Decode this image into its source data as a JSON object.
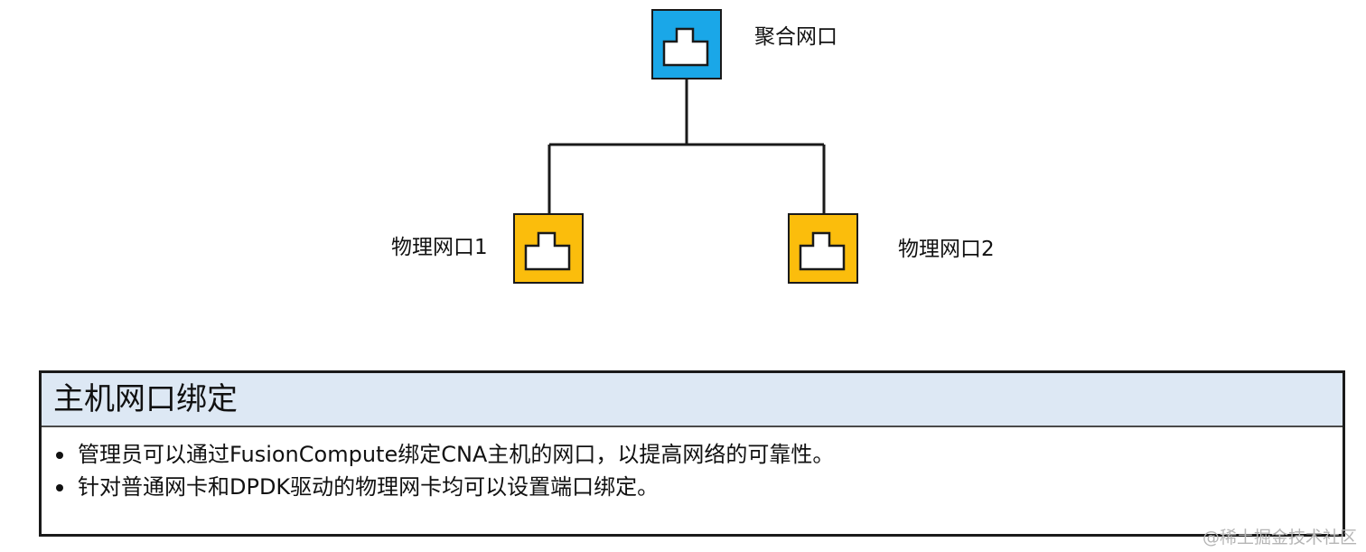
{
  "diagram": {
    "aggregate_port": {
      "label": "聚合网口",
      "color": "#1aa7e8"
    },
    "physical_port_1": {
      "label": "物理网口1",
      "color": "#fbbd0c"
    },
    "physical_port_2": {
      "label": "物理网口2",
      "color": "#fbbd0c"
    }
  },
  "info_box": {
    "title": "主机网口绑定",
    "items": [
      "管理员可以通过FusionCompute绑定CNA主机的网口，以提高网络的可靠性。",
      "针对普通网卡和DPDK驱动的物理网卡均可以设置端口绑定。"
    ]
  },
  "watermark": "@稀土掘金技术社区"
}
